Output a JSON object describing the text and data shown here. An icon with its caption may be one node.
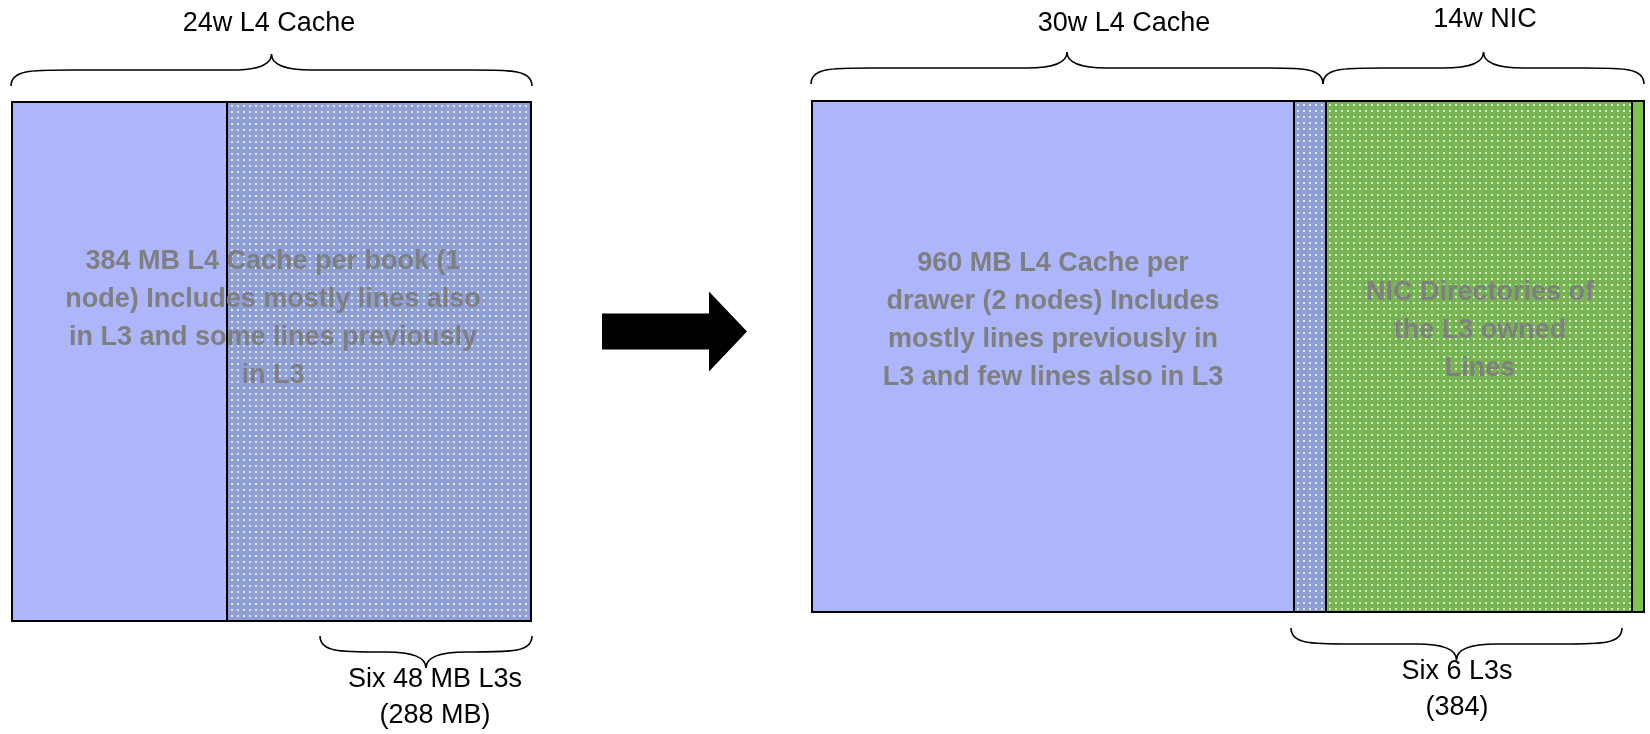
{
  "diagram": {
    "nodes": [
      {
        "text": [
          "384 MB L4 Cache per book (1 node) Includes mostly lines also in L3 and some lines previously in L3"
        ]
      },
      {
        "text": [],
        "shape": "box"
      },
      {
        "text": [
          "960 MB L4 Cache per drawer (2 nodes) Includes mostly lines previously in L3 and few lines also in L3"
        ],
        "in": 1
      },
      {
        "text": [],
        "shape": "box",
        "in": 1
      },
      {
        "text": [
          "NIC Directories of the L3 owned Lines"
        ],
        "in": 1
      },
      {
        "text": [],
        "shape": "box",
        "in": 1
      }
    ],
    "edges": [
      {
        "from": 0,
        "to": 1,
        "arrow": "to"
      }
    ],
    "labels": [
      "24w L4 Cache",
      "30w L4 Cache",
      "14w NIC",
      "Six 48 MB L3s (288 MB)",
      "Six 6 L3s (384)"
    ]
  }
}
